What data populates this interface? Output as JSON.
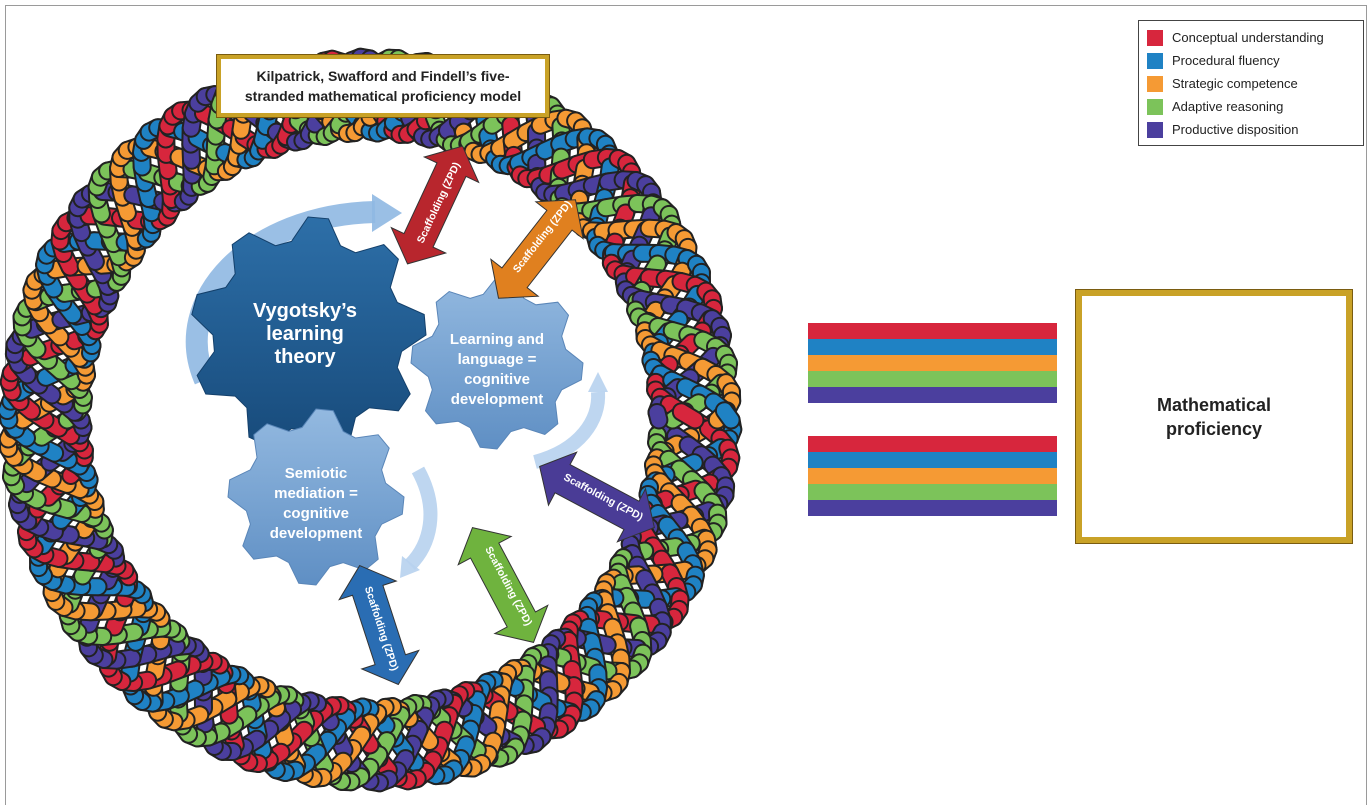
{
  "title": "Kilpatrick, Swafford and Findell’s five-stranded mathematical proficiency model",
  "legend": [
    {
      "label": "Conceptual understanding",
      "color": "#d7263d"
    },
    {
      "label": "Procedural fluency",
      "color": "#1f82c4"
    },
    {
      "label": "Strategic competence",
      "color": "#f59a34"
    },
    {
      "label": "Adaptive reasoning",
      "color": "#7cc35a"
    },
    {
      "label": "Productive disposition",
      "color": "#4b3f9e"
    }
  ],
  "gears": [
    {
      "label": "Vygotsky’s learning theory",
      "color": "#1f5c93"
    },
    {
      "label": "Learning and language = cognitive development",
      "color": "#6d9fcf"
    },
    {
      "label": "Semiotic mediation = cognitive development",
      "color": "#7fa9d6"
    }
  ],
  "scaffolding": [
    {
      "text": "Scaffolding (ZPD)",
      "color": "#b8262d"
    },
    {
      "text": "Scaffolding (ZPD)",
      "color": "#e0801f"
    },
    {
      "text": "Scaffolding (ZPD)",
      "color": "#4a3c96"
    },
    {
      "text": "Scaffolding (ZPD)",
      "color": "#6fb33e"
    },
    {
      "text": "Scaffolding (ZPD)",
      "color": "#2a6db3"
    }
  ],
  "output": {
    "label": "Mathematical proficiency"
  }
}
